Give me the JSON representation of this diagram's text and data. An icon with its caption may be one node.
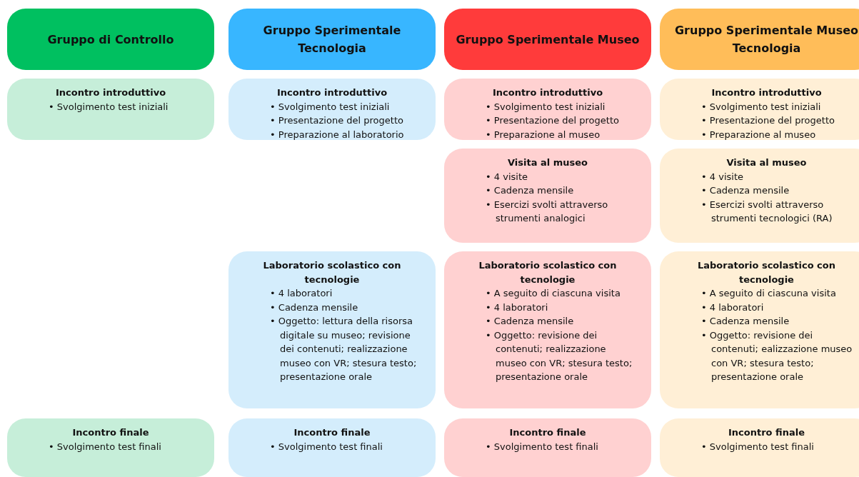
{
  "diagram": {
    "nodes": [
      {
        "text": [
          "Gruppo di Controllo"
        ]
      },
      {
        "text": [
          "Gruppo Sperimentale Tecnologia"
        ]
      },
      {
        "text": [
          "Gruppo Sperimentale Museo"
        ]
      },
      {
        "text": [
          "Gruppo Sperimentale Museo Tecnologia"
        ]
      },
      {
        "text": [
          "Incontro introduttivo",
          "• Svolgimento test iniziali"
        ]
      },
      {
        "text": [
          "Incontro introduttivo",
          "• Svolgimento test iniziali",
          "• Presentazione del progetto",
          "• Preparazione al laboratorio"
        ]
      },
      {
        "text": [
          "Incontro introduttivo",
          "• Svolgimento test iniziali",
          "• Presentazione del progetto",
          "• Preparazione al museo"
        ]
      },
      {
        "text": [
          "Incontro introduttivo",
          "• Svolgimento test iniziali",
          "• Presentazione del progetto",
          "• Preparazione al museo"
        ]
      },
      {
        "text": [
          "Visita al museo",
          "• 4 visite",
          "• Cadenza mensile",
          "• Esercizi svolti attraverso strumenti analogici"
        ]
      },
      {
        "text": [
          "Visita al museo",
          "• 4 visite",
          "• Cadenza mensile",
          "• Esercizi svolti attraverso strumenti tecnologici (RA)"
        ]
      },
      {
        "text": [
          "Laboratorio scolastico con tecnologie",
          "• 4 laboratori",
          "• Cadenza mensile",
          "• Oggetto: lettura della risorsa digitale su museo; revisione dei contenuti; realizzazione museo con VR; stesura testo; presentazione orale"
        ]
      },
      {
        "text": [
          "Laboratorio scolastico con tecnologie",
          "• A seguito di ciascuna visita",
          "• 4 laboratori",
          "• Cadenza mensile",
          "• Oggetto: revisione dei contenuti; realizzazione museo con VR; stesura testo; presentazione orale"
        ]
      },
      {
        "text": [
          "Laboratorio scolastico con tecnologie",
          "• A seguito di ciascuna visita",
          "• 4 laboratori",
          "• Cadenza mensile",
          "• Oggetto: revisione dei contenuti; ealizzazione museo con VR; stesura testo; presentazione orale"
        ]
      },
      {
        "text": [
          "Incontro finale",
          "• Svolgimento test finali"
        ]
      },
      {
        "text": [
          "Incontro finale",
          "• Svolgimento test finali"
        ]
      },
      {
        "text": [
          "Incontro finale",
          "• Svolgimento test finali"
        ]
      },
      {
        "text": [
          "Incontro finale",
          "• Svolgimento test finali"
        ]
      }
    ]
  }
}
